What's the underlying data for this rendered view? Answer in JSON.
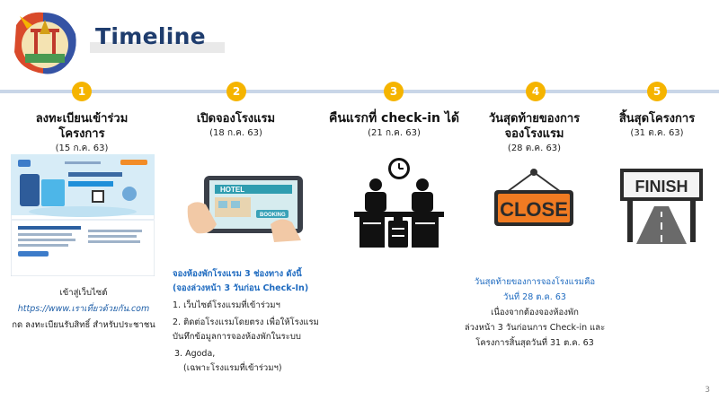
{
  "header": {
    "title": "Timeline"
  },
  "colors": {
    "accent": "#f5b400",
    "title": "#1f3d6e",
    "link": "#1f5fa8",
    "timeline": "#c9d6e8"
  },
  "steps": [
    {
      "num": "1",
      "title_line1": "ลงทะเบียนเข้าร่วม",
      "title_line2": "โครงการ",
      "date": "(15 ก.ค. 63)"
    },
    {
      "num": "2",
      "title_line1": "เปิดจองโรงแรม",
      "date": "(18 ก.ค. 63)"
    },
    {
      "num": "3",
      "title_line1": "คืนแรกที่ check-in ได้",
      "date": "(21 ก.ค. 63)"
    },
    {
      "num": "4",
      "title_line1": "วันสุดท้ายของการ",
      "title_line2": "จองโรงแรม",
      "date": "(28 ต.ค. 63)"
    },
    {
      "num": "5",
      "title_line1": "สิ้นสุดโครงการ",
      "date": "(31 ต.ค. 63)"
    }
  ],
  "images": {
    "hotel_sign": "HOTEL",
    "booking_button": "BOOKING",
    "close_sign": "CLOSE",
    "finish_sign": "FINISH"
  },
  "col1": {
    "line1": "เข้าสู่เว็บไซต์",
    "link": "https://www.เราเที่ยวด้วยกัน.com",
    "line3": "กด ลงทะเบียนรับสิทธิ์ สำหรับประชาชน"
  },
  "col2": {
    "heading1": "จองห้องพักโรงแรม 3 ช่องทาง ดังนี้",
    "heading2": "(จองล่วงหน้า 3 วันก่อน Check-In)",
    "item1": "1. เว็บไซต์โรงแรมที่เข้าร่วมฯ",
    "item2a": "2. ติดต่อโรงแรมโดยตรง เพื่อให้โรงแรม",
    "item2b": "บันทึกข้อมูลการจองห้องพักในระบบ",
    "item3a": "3. Agoda,",
    "item3b": "(เฉพาะโรงแรมที่เข้าร่วมฯ)"
  },
  "col4": {
    "heading1": "วันสุดท้ายของการจองโรงแรมคือ",
    "heading2": "วันที่ 28 ต.ค. 63",
    "line3": "เนื่องจากต้องจองห้องพัก",
    "line4": "ล่วงหน้า 3 วันก่อนการ Check-in และ",
    "line5": "โครงการสิ้นสุดวันที่ 31 ต.ค. 63"
  },
  "page_number": "3"
}
